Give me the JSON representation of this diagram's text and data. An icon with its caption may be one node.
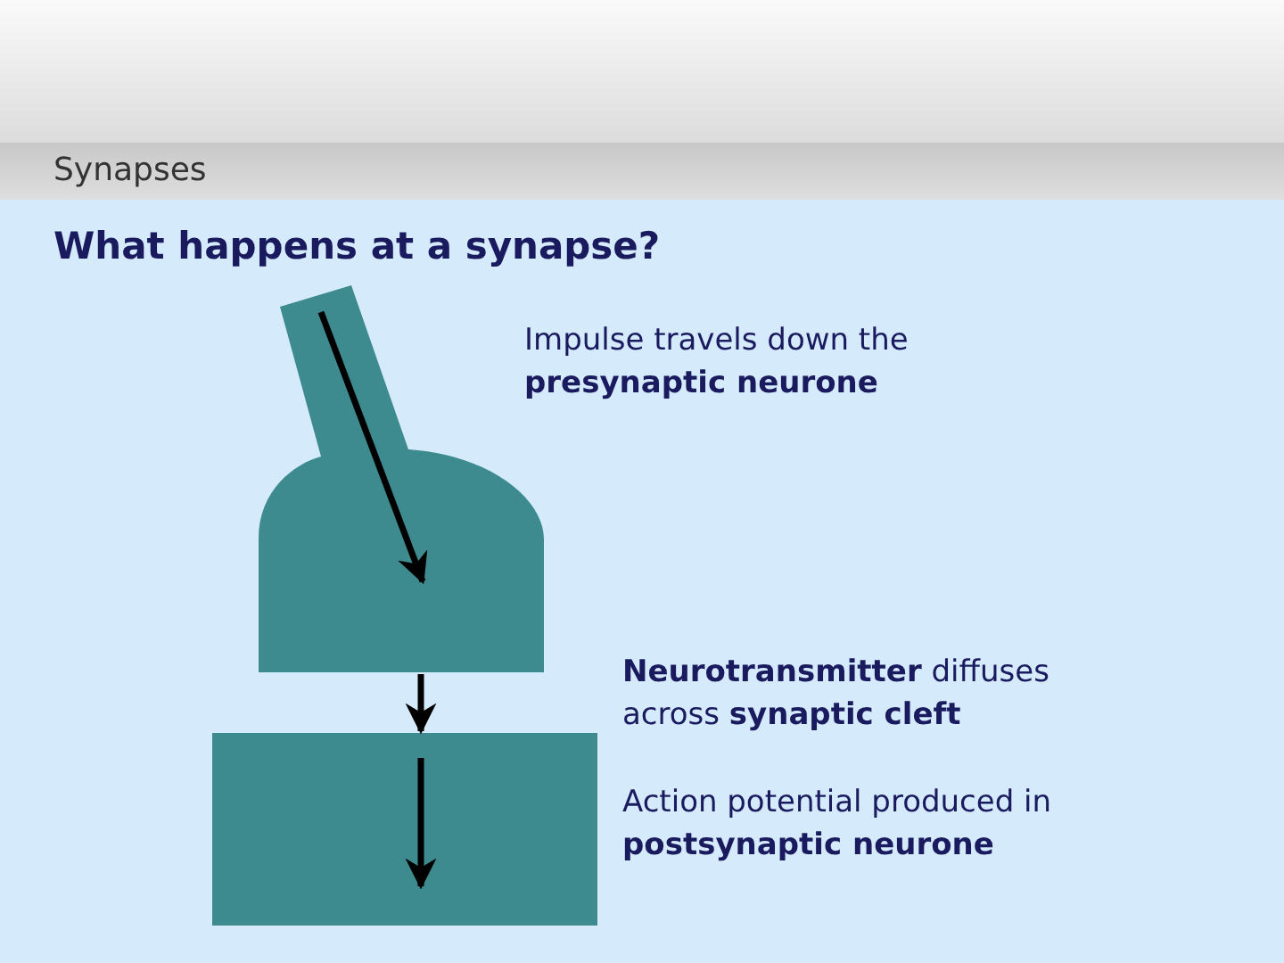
{
  "diagram": {
    "title": "What happens at a synapse?",
    "nodes": [
      {
        "text": [],
        "shape": "box"
      },
      {
        "text": [],
        "shape": "box"
      }
    ],
    "edges": [
      {
        "from": 0,
        "to": 1,
        "arrow": "to"
      }
    ],
    "labels": [
      "Synapses",
      "Impulse travels down the **presynaptic neurone**",
      "**Neurotransmitter** diffuses across **synaptic cleft**",
      "Action potential produced in **postsynaptic neurone**"
    ]
  }
}
